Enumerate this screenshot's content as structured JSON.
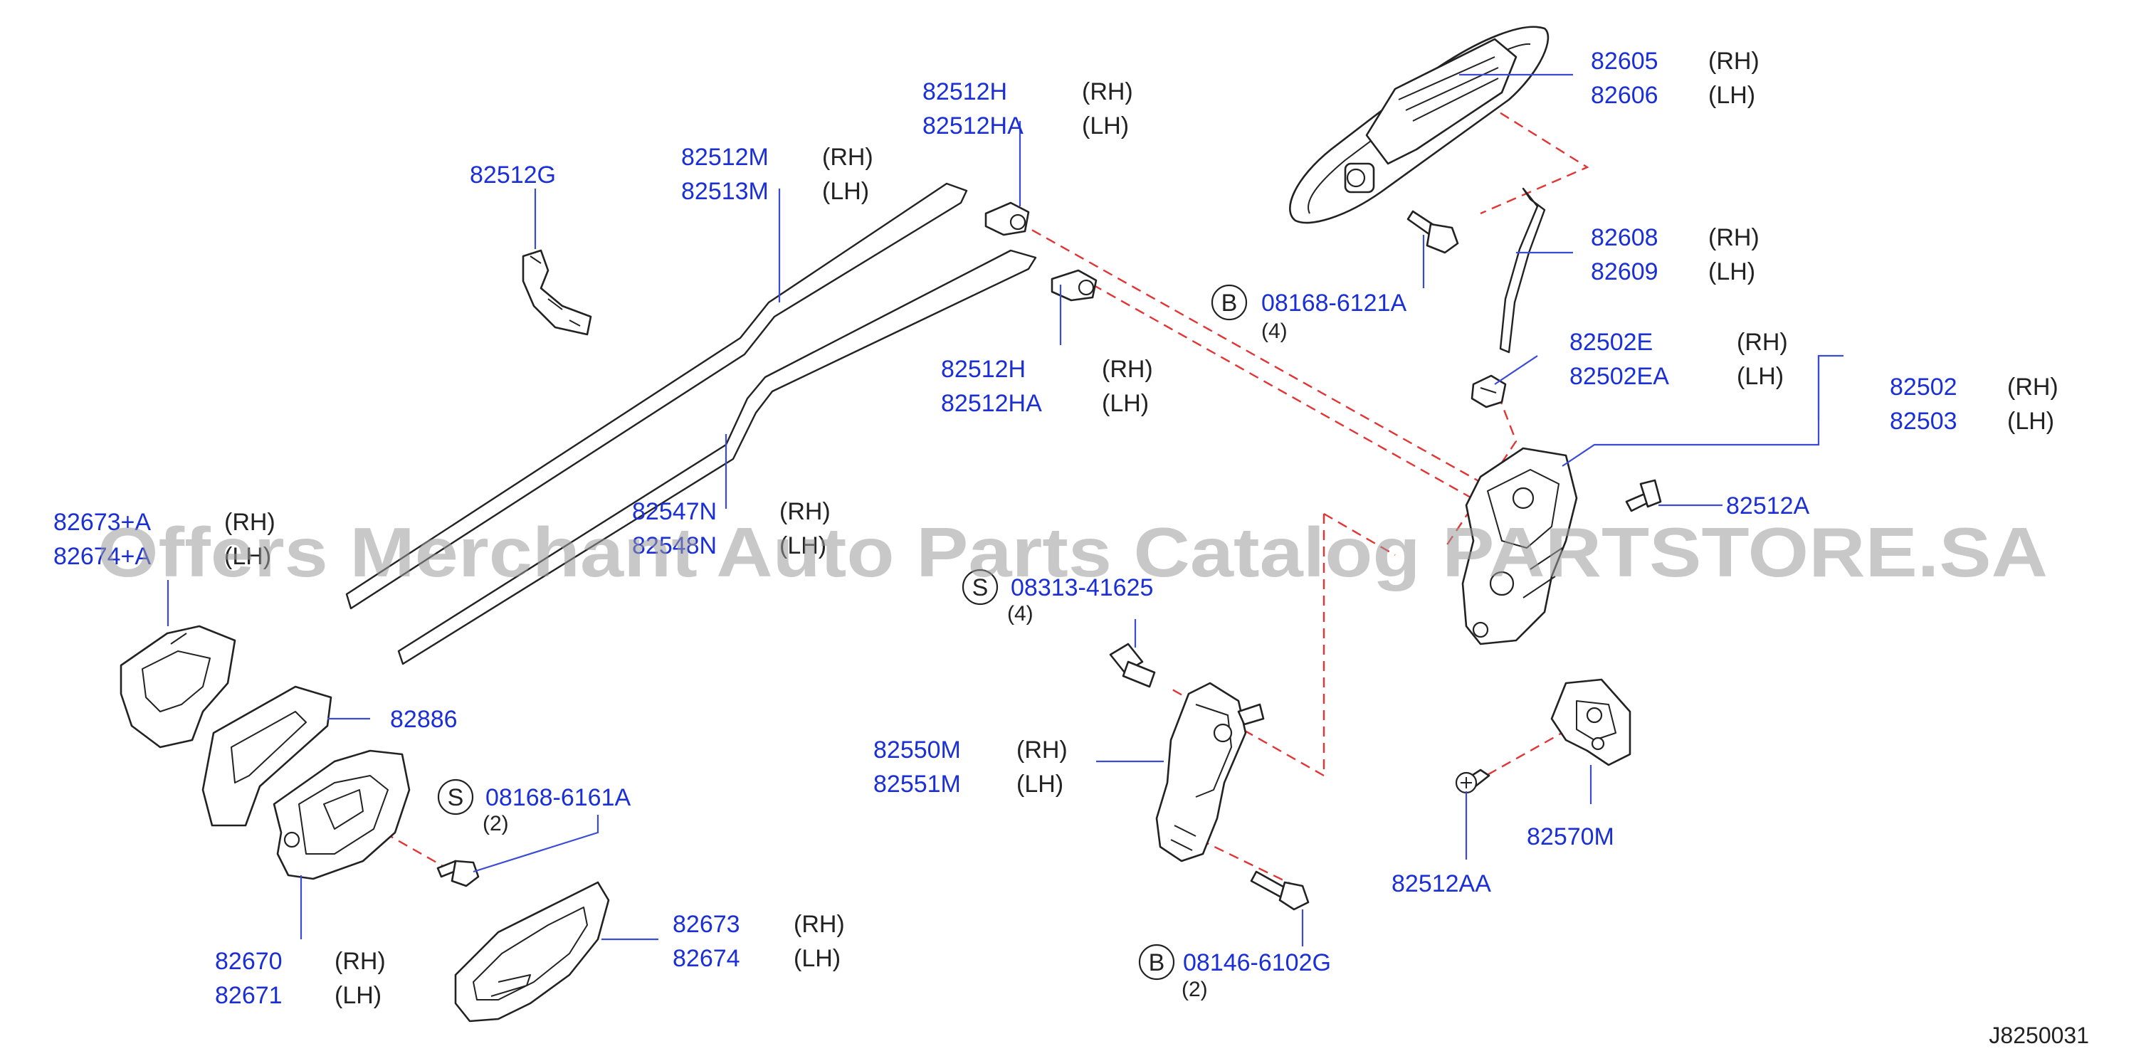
{
  "parts": [
    {
      "id": "p82605",
      "number": "82605",
      "side": "(RH)"
    },
    {
      "id": "p82606",
      "number": "82606",
      "side": "(LH)"
    },
    {
      "id": "p82512H_top",
      "number": "82512H",
      "side": "(RH)"
    },
    {
      "id": "p82512HA_top",
      "number": "82512HA",
      "side": "(LH)"
    },
    {
      "id": "p82512M",
      "number": "82512M",
      "side": "(RH)"
    },
    {
      "id": "p82513M",
      "number": "82513M",
      "side": "(LH)"
    },
    {
      "id": "p82512G",
      "number": "82512G",
      "side": ""
    },
    {
      "id": "p82608",
      "number": "82608",
      "side": "(RH)"
    },
    {
      "id": "p82609",
      "number": "82609",
      "side": "(LH)"
    },
    {
      "id": "p08168_6121A",
      "number": "08168-6121A",
      "side": ""
    },
    {
      "id": "p82512H_mid",
      "number": "82512H",
      "side": "(RH)"
    },
    {
      "id": "p82512HA_mid",
      "number": "82512HA",
      "side": "(LH)"
    },
    {
      "id": "p82502E",
      "number": "82502E",
      "side": "(RH)"
    },
    {
      "id": "p82502EA",
      "number": "82502EA",
      "side": "(LH)"
    },
    {
      "id": "p82502",
      "number": "82502",
      "side": "(RH)"
    },
    {
      "id": "p82503",
      "number": "82503",
      "side": "(LH)"
    },
    {
      "id": "p82547N",
      "number": "82547N",
      "side": "(RH)"
    },
    {
      "id": "p82548N",
      "number": "82548N",
      "side": "(LH)"
    },
    {
      "id": "p82673A",
      "number": "82673+A",
      "side": "(RH)"
    },
    {
      "id": "p82674A",
      "number": "82674+A",
      "side": "(LH)"
    },
    {
      "id": "p82512A",
      "number": "82512A",
      "side": ""
    },
    {
      "id": "p08313_41625",
      "number": "08313-41625",
      "side": ""
    },
    {
      "id": "p82886",
      "number": "82886",
      "side": ""
    },
    {
      "id": "p82550M",
      "number": "82550M",
      "side": "(RH)"
    },
    {
      "id": "p82551M",
      "number": "82551M",
      "side": "(LH)"
    },
    {
      "id": "p08168_6161A",
      "number": "08168-6161A",
      "side": ""
    },
    {
      "id": "p82570M",
      "number": "82570M",
      "side": ""
    },
    {
      "id": "p82512AA",
      "number": "82512AA",
      "side": ""
    },
    {
      "id": "p82673",
      "number": "82673",
      "side": "(RH)"
    },
    {
      "id": "p82674",
      "number": "82674",
      "side": "(LH)"
    },
    {
      "id": "p82670",
      "number": "82670",
      "side": "(RH)"
    },
    {
      "id": "p82671",
      "number": "82671",
      "side": "(LH)"
    },
    {
      "id": "p08146_6102G",
      "number": "08146-6102G",
      "side": ""
    }
  ],
  "fasteners": [
    {
      "id": "f1",
      "symbol": "B",
      "quantity": "(4)"
    },
    {
      "id": "f2",
      "symbol": "S",
      "quantity": "(4)"
    },
    {
      "id": "f3",
      "symbol": "S",
      "quantity": "(2)"
    },
    {
      "id": "f4",
      "symbol": "B",
      "quantity": "(2)"
    }
  ],
  "diagram_ref": "J8250031",
  "watermark": "Offers Merchant Auto Parts Catalog PARTSTORE.SA",
  "colors": {
    "part_number": "#1b2fd6",
    "dashed_line": "#e23434",
    "leader": "#3a4bd6",
    "outline": "#222222",
    "watermark": "#9a9a9a"
  }
}
